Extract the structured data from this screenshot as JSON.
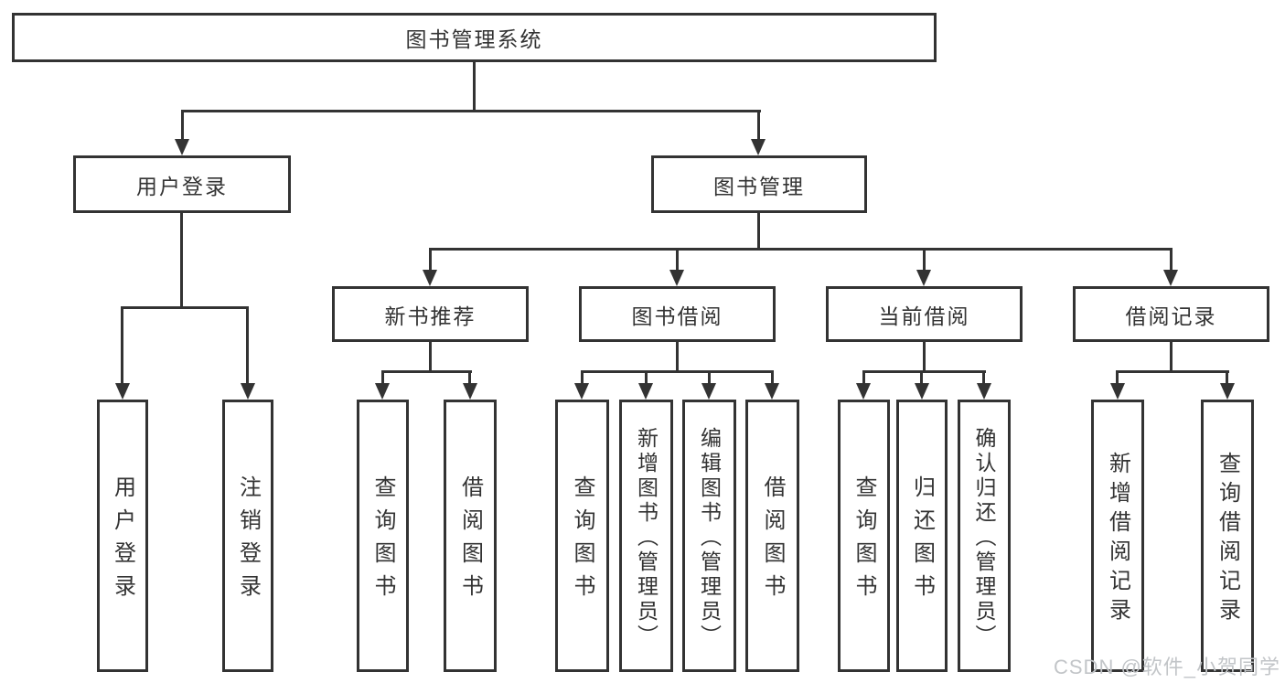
{
  "colors": {
    "line": "#333333",
    "text": "#333333",
    "background": "#ffffff",
    "watermark": "#c2c5c8"
  },
  "tree": {
    "root": {
      "label": "图书管理系统"
    },
    "branches": [
      {
        "label": "用户登录",
        "children": [
          {
            "label": "用户登录"
          },
          {
            "label": "注销登录"
          }
        ]
      },
      {
        "label": "图书管理",
        "children": [
          {
            "label": "新书推荐",
            "children": [
              {
                "label": "查询图书"
              },
              {
                "label": "借阅图书"
              }
            ]
          },
          {
            "label": "图书借阅",
            "children": [
              {
                "label": "查询图书"
              },
              {
                "label": "新增图书（管理员）"
              },
              {
                "label": "编辑图书（管理员）"
              },
              {
                "label": "借阅图书"
              }
            ]
          },
          {
            "label": "当前借阅",
            "children": [
              {
                "label": "查询图书"
              },
              {
                "label": "归还图书"
              },
              {
                "label": "确认归还（管理员）"
              }
            ]
          },
          {
            "label": "借阅记录",
            "children": [
              {
                "label": "新增借阅记录"
              },
              {
                "label": "查询借阅记录"
              }
            ]
          }
        ]
      }
    ]
  },
  "watermark": {
    "text": "CSDN @软件_小贺同学"
  }
}
